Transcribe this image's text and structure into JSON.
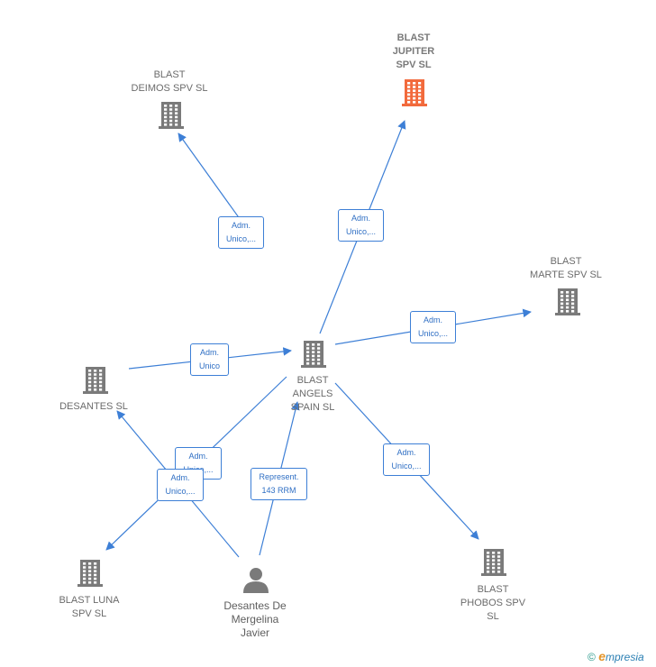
{
  "colors": {
    "edge": "#3d7fd6",
    "node": "#7a7a7a",
    "highlight": "#f26a3c"
  },
  "nodes": [
    {
      "id": "deimos",
      "lines": [
        "BLAST",
        "DEIMOS SPV  SL"
      ],
      "icon": "building-icon",
      "highlight": false
    },
    {
      "id": "jupiter",
      "lines": [
        "BLAST",
        "JUPITER",
        "SPV  SL"
      ],
      "icon": "building-icon",
      "highlight": true
    },
    {
      "id": "marte",
      "lines": [
        "BLAST",
        "MARTE SPV  SL"
      ],
      "icon": "building-icon",
      "highlight": false
    },
    {
      "id": "angels",
      "lines": [
        "BLAST",
        "ANGELS",
        "SPAIN  SL"
      ],
      "icon": "building-icon",
      "highlight": false
    },
    {
      "id": "desantes",
      "lines": [
        "DESANTES  SL"
      ],
      "icon": "building-icon",
      "highlight": false
    },
    {
      "id": "luna",
      "lines": [
        "BLAST LUNA",
        "SPV  SL"
      ],
      "icon": "building-icon",
      "highlight": false
    },
    {
      "id": "person",
      "lines": [
        "Desantes De",
        "Mergelina",
        "Javier"
      ],
      "icon": "person-icon",
      "highlight": false
    },
    {
      "id": "phobos",
      "lines": [
        "BLAST",
        "PHOBOS SPV",
        "SL"
      ],
      "icon": "building-icon",
      "highlight": false
    }
  ],
  "relations": [
    {
      "id": "r-deimos",
      "lines": [
        "Adm.",
        "Unico,..."
      ]
    },
    {
      "id": "r-jupiter",
      "lines": [
        "Adm.",
        "Unico,..."
      ]
    },
    {
      "id": "r-marte",
      "lines": [
        "Adm.",
        "Unico,..."
      ]
    },
    {
      "id": "r-desantes-angels",
      "lines": [
        "Adm.",
        "Unico"
      ]
    },
    {
      "id": "r-angels-luna",
      "lines": [
        "Adm.",
        "Unico,..."
      ]
    },
    {
      "id": "r-person-desantes",
      "lines": [
        "Adm.",
        "Unico,..."
      ]
    },
    {
      "id": "r-person-angels",
      "lines": [
        "Represent.",
        "143 RRM"
      ]
    },
    {
      "id": "r-phobos",
      "lines": [
        "Adm.",
        "Unico,..."
      ]
    }
  ],
  "footer": {
    "symbol": "©",
    "brand_initial": "e",
    "brand_rest": "mpresia"
  }
}
